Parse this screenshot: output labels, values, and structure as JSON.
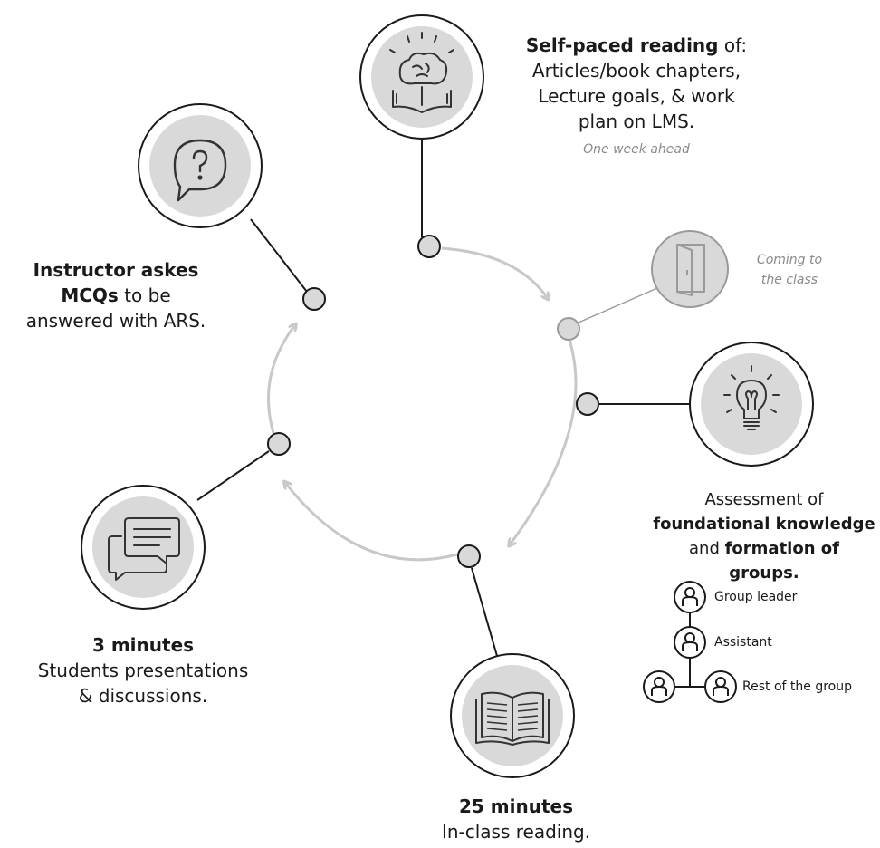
{
  "steps": {
    "self_paced": {
      "bold": "Self-paced reading",
      "rest": " of:",
      "line2": "Articles/book chapters,",
      "line3": "Lecture goals, & work",
      "line4": "plan on LMS.",
      "note": "One week ahead"
    },
    "coming": {
      "line1": "Coming to",
      "line2": "the class"
    },
    "assessment": {
      "line1": "Assessment of",
      "line2_bold": "foundational knowledge",
      "line3_pre": "and ",
      "line3_bold": "formation of groups."
    },
    "in_class": {
      "bold": "25 minutes",
      "line2": "In-class reading."
    },
    "presentations": {
      "bold": "3 minutes",
      "line2": "Students presentations",
      "line3": "& discussions."
    },
    "mcq": {
      "line1_bold": "Instructor askes",
      "line2_bold": "MCQs",
      "line2_rest": " to be",
      "line3": "answered with ARS."
    }
  },
  "groups": {
    "leader": "Group leader",
    "assistant": "Assistant",
    "rest": "Rest of the group"
  },
  "icons": [
    "brain-book-icon",
    "door-icon",
    "lightbulb-icon",
    "open-book-icon",
    "chat-icon",
    "question-bubble-icon",
    "person-icon"
  ],
  "colors": {
    "circle_fill": "#d9d9d9",
    "stroke": "#1a1a1a",
    "arrow": "#c8c8c8",
    "faded": "#9a9a9a"
  }
}
